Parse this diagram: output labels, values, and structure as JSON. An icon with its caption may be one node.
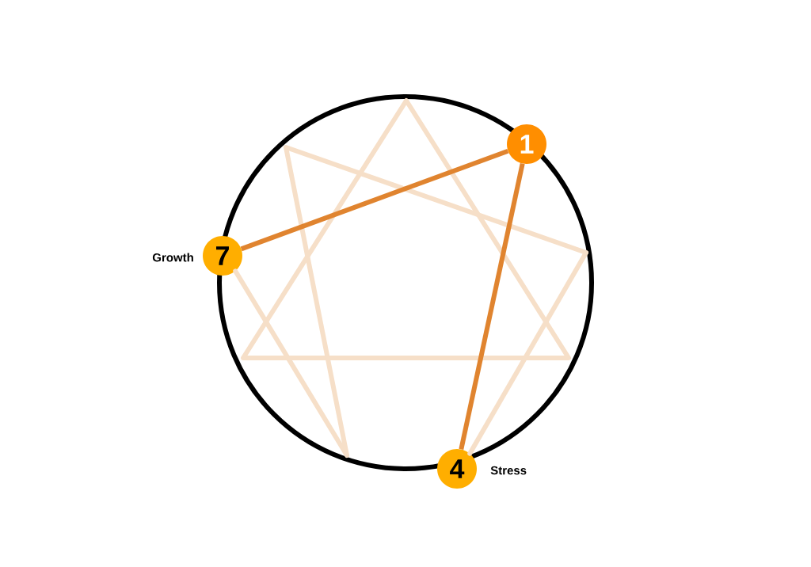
{
  "diagram": {
    "nodes": [
      {
        "text": [
          "1"
        ]
      },
      {
        "text": [
          "7"
        ],
        "beside": [
          "Growth"
        ]
      },
      {
        "text": [
          "4"
        ],
        "beside": [
          "Stress"
        ]
      }
    ],
    "edges": [
      {
        "from": 1,
        "to": 0,
        "arrow": "none"
      },
      {
        "from": 0,
        "to": 2,
        "arrow": "none"
      },
      {
        "from": 2,
        "to": null,
        "arrow": "none",
        "color": "#f6dfc8"
      },
      {
        "from": 1,
        "to": null,
        "arrow": "none",
        "color": "#f6dfc8"
      }
    ]
  }
}
